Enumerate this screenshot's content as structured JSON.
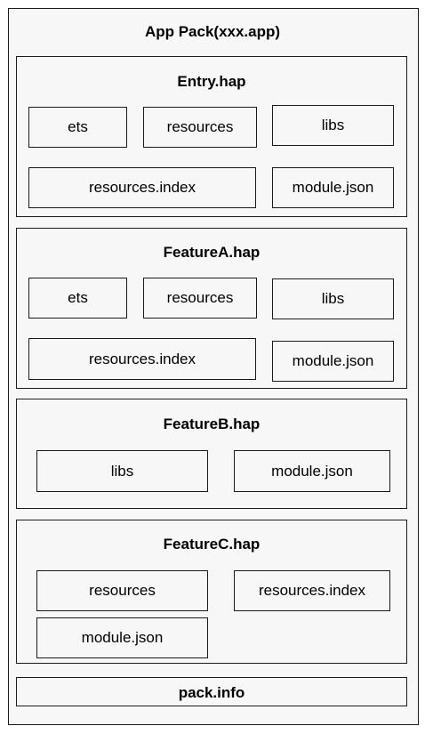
{
  "app_pack": {
    "title": "App Pack(xxx.app)",
    "entry": {
      "title": "Entry.hap",
      "items": [
        "ets",
        "resources",
        "libs",
        "resources.index",
        "module.json"
      ]
    },
    "feature_a": {
      "title": "FeatureA.hap",
      "items": [
        "ets",
        "resources",
        "libs",
        "resources.index",
        "module.json"
      ]
    },
    "feature_b": {
      "title": "FeatureB.hap",
      "items": [
        "libs",
        "module.json"
      ]
    },
    "feature_c": {
      "title": "FeatureC.hap",
      "items": [
        "resources",
        "resources.index",
        "module.json"
      ]
    },
    "pack_info": "pack.info"
  }
}
